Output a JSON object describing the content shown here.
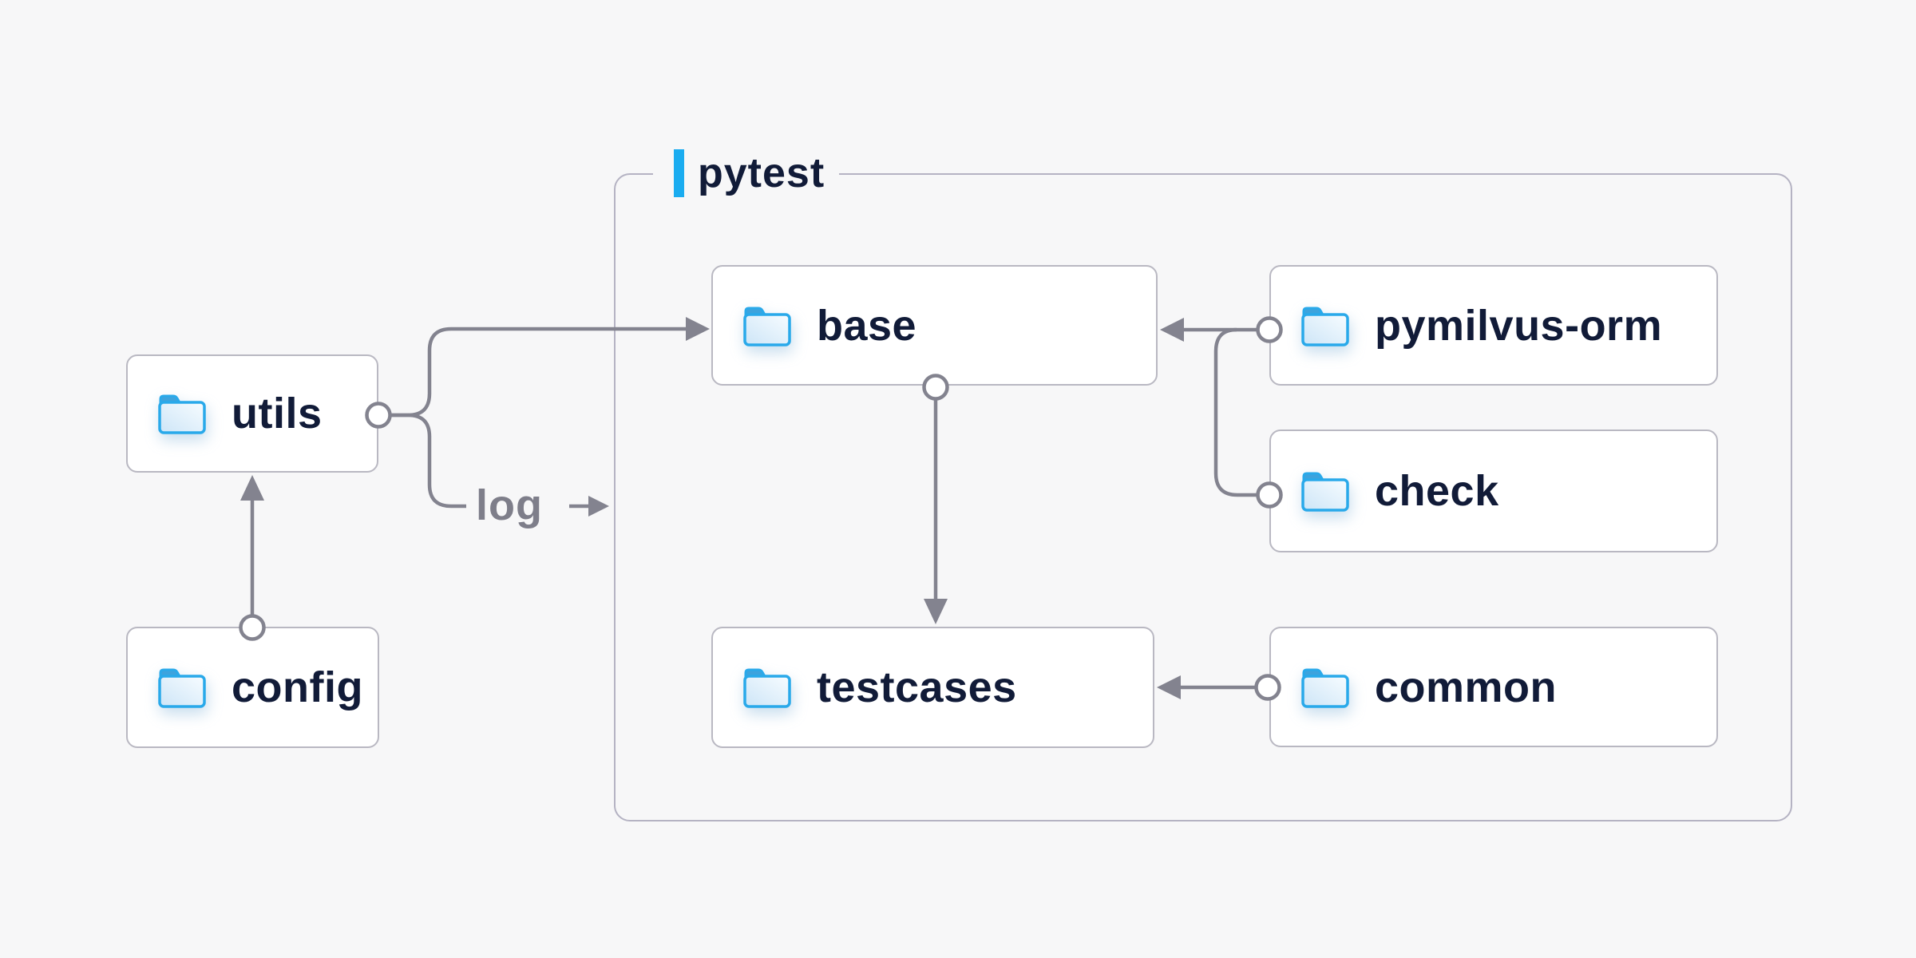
{
  "page": {
    "background": "#f7f7f8"
  },
  "group": {
    "label": "pytest",
    "accent_color": "#1aacf0"
  },
  "nodes": {
    "utils": {
      "label": "utils"
    },
    "config": {
      "label": "config"
    },
    "base": {
      "label": "base"
    },
    "testcases": {
      "label": "testcases"
    },
    "pymilvus_orm": {
      "label": "pymilvus-orm"
    },
    "check": {
      "label": "check"
    },
    "common": {
      "label": "common"
    }
  },
  "edge_labels": {
    "log": "log"
  },
  "edges": [
    {
      "from": "config",
      "to": "utils"
    },
    {
      "from": "utils",
      "to": "base"
    },
    {
      "from": "utils",
      "to": "log"
    },
    {
      "from": "pymilvus-orm",
      "to": "base"
    },
    {
      "from": "check",
      "to": "base"
    },
    {
      "from": "base",
      "to": "testcases"
    },
    {
      "from": "common",
      "to": "testcases"
    }
  ],
  "colors": {
    "connector": "#83838f",
    "node_border": "#b9b8c2",
    "group_border": "#b5b3c3",
    "node_text": "#111b38",
    "edge_label_text": "#7e7e8a",
    "folder_stroke": "#29a9ea",
    "folder_tab": "#3da3dd",
    "accent_bar": "#1aacf0"
  }
}
